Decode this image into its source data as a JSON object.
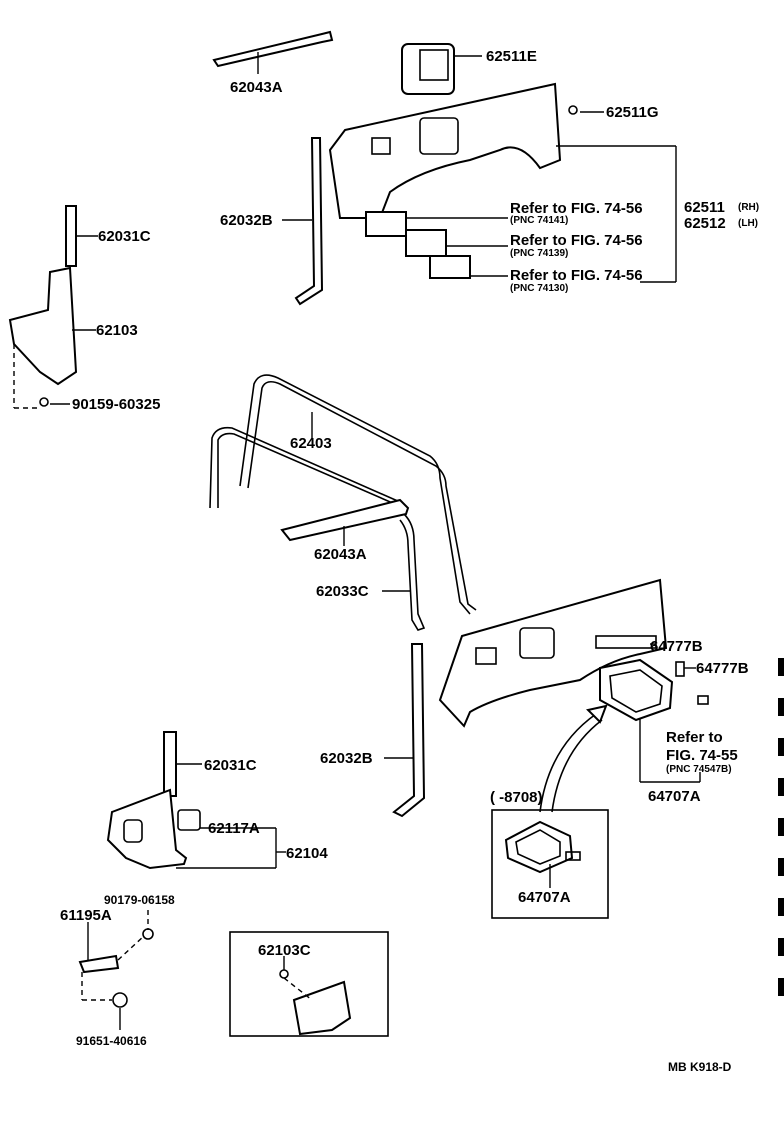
{
  "diagram_code": "MB K918-D",
  "parts": {
    "p62043A_top": "62043A",
    "p62511E": "62511E",
    "p62511G": "62511G",
    "p62032B_top": "62032B",
    "p62031C_top": "62031C",
    "p62103": "62103",
    "p90159": "90159-60325",
    "p62511": "62511",
    "p62511_side": "(RH)",
    "p62512": "62512",
    "p62512_side": "(LH)",
    "p62403": "62403",
    "p62043A_mid": "62043A",
    "p62033C": "62033C",
    "p62032B_low": "62032B",
    "p64777B_a": "64777B",
    "p64777B_b": "64777B",
    "p64707A_main": "64707A",
    "p8708": "(      -8708)",
    "p64707A_box": "64707A",
    "p62031C_low": "62031C",
    "p62117A": "62117A",
    "p62104": "62104",
    "p90179": "90179-06158",
    "p61195A": "61195A",
    "p91651": "91651-40616",
    "p62103C": "62103C"
  },
  "refs": {
    "r1_text": "Refer to FIG. 74-56",
    "r1_pnc": "(PNC 74141)",
    "r2_text": "Refer to FIG. 74-56",
    "r2_pnc": "(PNC 74139)",
    "r3_text": "Refer to FIG. 74-56",
    "r3_pnc": "(PNC 74130)",
    "r4_line1": "Refer to",
    "r4_line2": "FIG. 74-55",
    "r4_pnc": "(PNC 74547B)"
  }
}
